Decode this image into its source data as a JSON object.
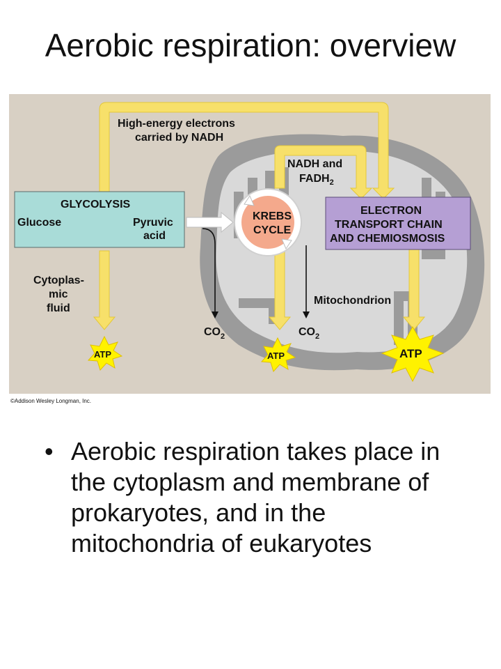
{
  "slide": {
    "title": "Aerobic respiration: overview",
    "bullets": [
      "Aerobic respiration takes place in the cytoplasm and membrane of prokaryotes, and in the mitochondria of eukaryotes"
    ]
  },
  "diagram": {
    "high_energy_line1": "High-energy electrons",
    "high_energy_line2": "carried by NADH",
    "nadh_line1": "NADH and",
    "nadh_fadh": "FADH",
    "nadh_sub": "2",
    "glycolysis": "GLYCOLYSIS",
    "glucose": "Glucose",
    "pyruvic1": "Pyruvic",
    "pyruvic2": "acid",
    "krebs1": "KREBS",
    "krebs2": "CYCLE",
    "etc1": "ELECTRON",
    "etc2": "TRANSPORT CHAIN",
    "etc3": "AND CHEMIOSMOSIS",
    "cyto1": "Cytoplas-",
    "cyto2": "mic",
    "cyto3": "fluid",
    "mito": "Mitochondrion",
    "co2": "CO",
    "co2_sub": "2",
    "atp": "ATP",
    "copyright": "©Addison Wesley Longman, Inc."
  },
  "colors": {
    "panel": "#d8d0c4",
    "arrow_yellow": "#f7e06a",
    "glycolysis_box": "#a9dcd8",
    "etc_box": "#b59fd4",
    "krebs_fill": "#f4a98c",
    "atp_star": "#fff200"
  }
}
